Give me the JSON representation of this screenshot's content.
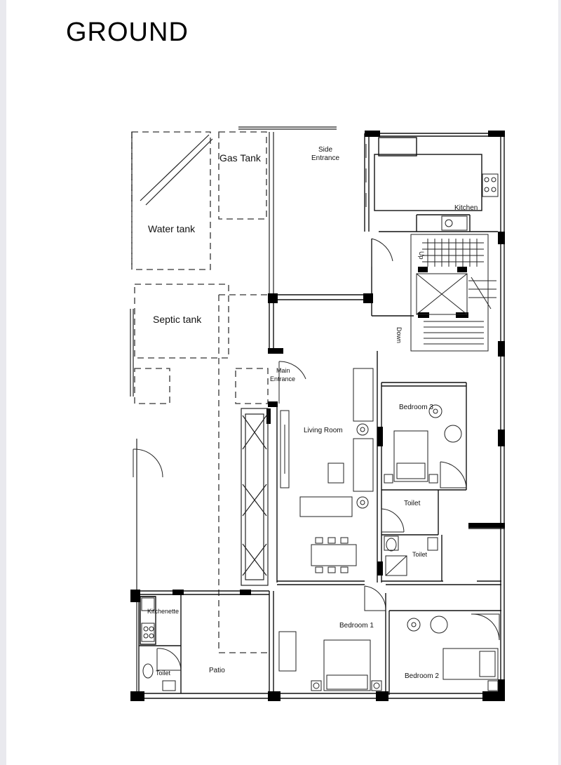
{
  "title": "GROUND",
  "labels": {
    "gas_tank": "Gas Tank",
    "side_entrance_1": "Side",
    "side_entrance_2": "Entrance",
    "kitchen": "Kitchen",
    "water_tank": "Water tank",
    "septic_tank": "Septic tank",
    "up": "Up",
    "down": "Down",
    "main_entrance_1": "Main",
    "main_entrance_2": "Entrance",
    "living_room": "Living Room",
    "bedroom_3": "Bedroom 3",
    "toilet_upper": "Toilet",
    "toilet_lower": "Toilet",
    "kitchenette": "Kitchenette",
    "toilet_left": "Toilet",
    "patio": "Patio",
    "bedroom_1": "Bedroom 1",
    "bedroom_2": "Bedroom 2"
  },
  "colors": {
    "wall": "#000000",
    "line": "#222222",
    "page_edge": "#e9e9ee"
  }
}
